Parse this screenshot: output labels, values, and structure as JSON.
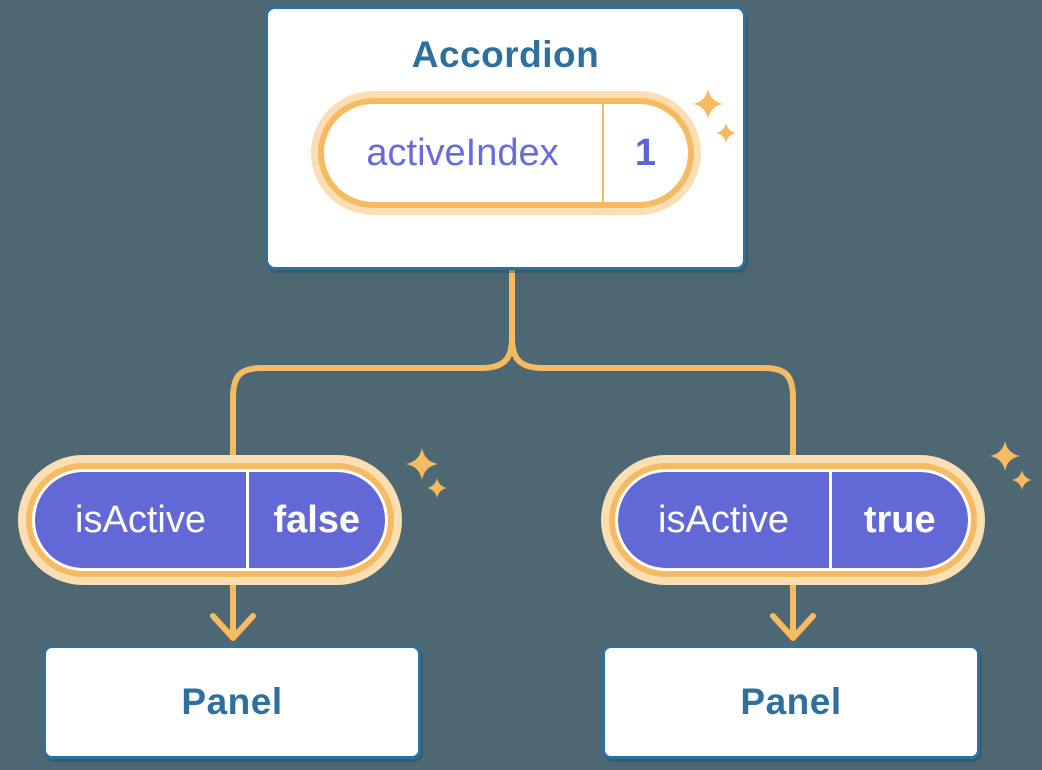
{
  "background_color": "#4D6872",
  "colors": {
    "card_border_blue": "#2E719F",
    "card_text_blue": "#2D6F9E",
    "connector_orange": "#F6BA62",
    "ring_cream": "#FBDFB2",
    "pill_purple": "#6269D6",
    "state_label_purple": "#666CDB",
    "state_value_purple": "#5C63D7",
    "prop_text_white": "#FFFFFF"
  },
  "accordion": {
    "title": "Accordion",
    "state_pill": {
      "label": "activeIndex",
      "value": "1"
    }
  },
  "branches": {
    "left": {
      "prop_pill": {
        "label": "isActive",
        "value": "false"
      },
      "panel_title": "Panel"
    },
    "right": {
      "prop_pill": {
        "label": "isActive",
        "value": "true"
      },
      "panel_title": "Panel"
    }
  }
}
